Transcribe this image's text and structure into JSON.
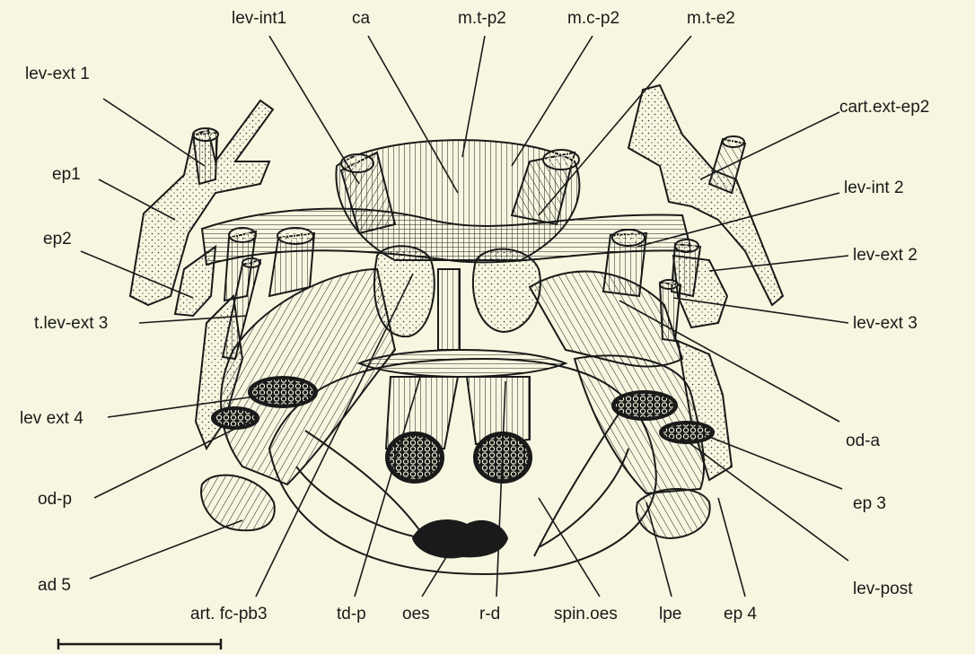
{
  "labels": {
    "lev_int1": "lev-int1",
    "ca": "ca",
    "mtp2": "m.t-p2",
    "mcp2": "m.c-p2",
    "mte2": "m.t-e2",
    "lev_ext1": "lev-ext 1",
    "cart_ext_ep2": "cart.ext-ep2",
    "ep1": "ep1",
    "lev_int2": "lev-int 2",
    "ep2": "ep2",
    "lev_ext2": "lev-ext 2",
    "t_lev_ext3": "t.lev-ext 3",
    "lev_ext3": "lev-ext 3",
    "lev_ext4": "lev ext 4",
    "od_a": "od-a",
    "od_p": "od-p",
    "ep3": "ep 3",
    "ad5": "ad 5",
    "lev_post": "lev-post",
    "art_fc_pb3": "art. fc-pb3",
    "td_p": "td-p",
    "oes": "oes",
    "r_d": "r-d",
    "spin_oes": "spin.oes",
    "lpe": "lpe",
    "ep4": "ep 4"
  },
  "colors": {
    "ink": "#1a1a1a",
    "paper": "#f7f6e0"
  }
}
